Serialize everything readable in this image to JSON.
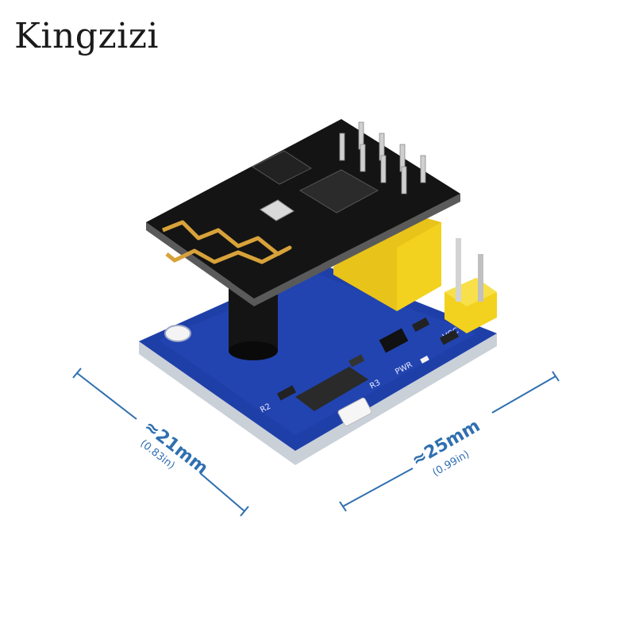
{
  "brand": {
    "name": "Kingzizi"
  },
  "dimensions": {
    "width": {
      "main": "≈21mm",
      "sub": "(0.83in)"
    },
    "length": {
      "main": "≈25mm",
      "sub": "(0.99in)"
    }
  },
  "colors": {
    "dimension_line": "#2f6fb0",
    "pcb_blue": "#1f3fa8",
    "module_black": "#141414",
    "header_yellow": "#f2d21e"
  }
}
